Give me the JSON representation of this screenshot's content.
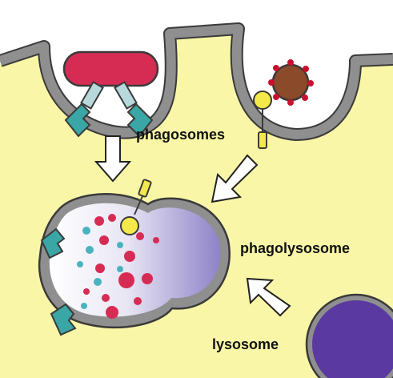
{
  "labels": {
    "phagosomes": "phagosomes",
    "phagolysosome": "phagolysosome",
    "lysosome": "lysosome"
  },
  "colors": {
    "cytoplasm": "#f9f7a7",
    "membrane": "#8f8f8f",
    "membrane_outline": "#3a3a3a",
    "bacterium": "#d62c54",
    "receptor": "#3aa6a5",
    "virus_body": "#8b4a2a",
    "virus_spikes": "#c8102e",
    "antibody": "#f3e94a",
    "lysosome": "#5a3aa0",
    "enzyme_red": "#d62c54",
    "enzyme_teal": "#4ab3c0",
    "vacuole_fill": "#ffffff",
    "arrow_fill": "#ffffff",
    "arrow_stroke": "#222222"
  },
  "icons": {
    "arrows": [
      "down-arrow-icon",
      "down-left-arrow-icon",
      "up-left-arrow-icon"
    ]
  }
}
